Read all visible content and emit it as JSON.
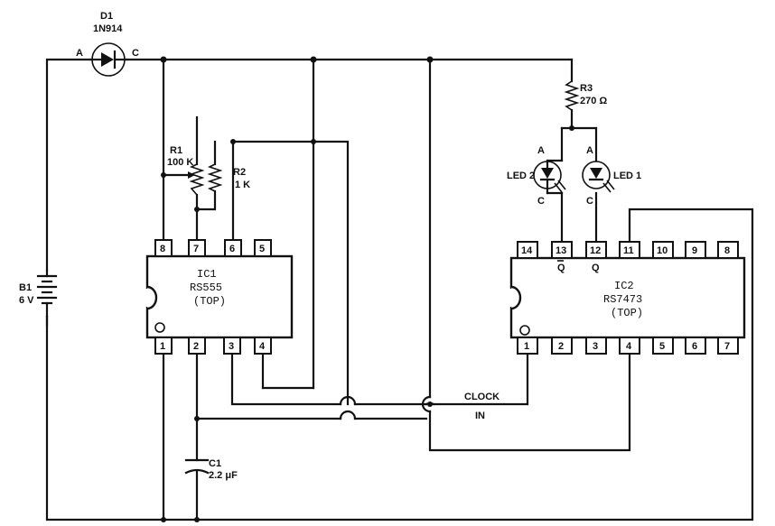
{
  "components": {
    "d1": {
      "ref": "D1",
      "part": "1N914",
      "anode": "A",
      "cathode": "C"
    },
    "r1": {
      "ref": "R1",
      "value": "100 K"
    },
    "r2": {
      "ref": "R2",
      "value": "1 K"
    },
    "r3": {
      "ref": "R3",
      "value": "270 Ω"
    },
    "led2": {
      "ref": "LED 2",
      "anode": "A",
      "cathode": "C"
    },
    "led1": {
      "ref": "LED 1",
      "anode": "A",
      "cathode": "C"
    },
    "b1": {
      "ref": "B1",
      "value": "6 V"
    },
    "c1": {
      "ref": "C1",
      "value": "2.2 μF"
    },
    "ic1": {
      "ref": "IC1",
      "part": "RS555",
      "view": "(TOP)",
      "top_pins": [
        "8",
        "7",
        "6",
        "5"
      ],
      "bottom_pins": [
        "1",
        "2",
        "3",
        "4"
      ]
    },
    "ic2": {
      "ref": "IC2",
      "part": "RS7473",
      "view": "(TOP)",
      "top_pins": [
        "14",
        "13",
        "12",
        "11",
        "10",
        "9",
        "8"
      ],
      "bottom_pins": [
        "1",
        "2",
        "3",
        "4",
        "5",
        "6",
        "7"
      ],
      "q_bar": "Q",
      "q": "Q"
    }
  },
  "labels": {
    "clock": "CLOCK",
    "in": "IN"
  }
}
